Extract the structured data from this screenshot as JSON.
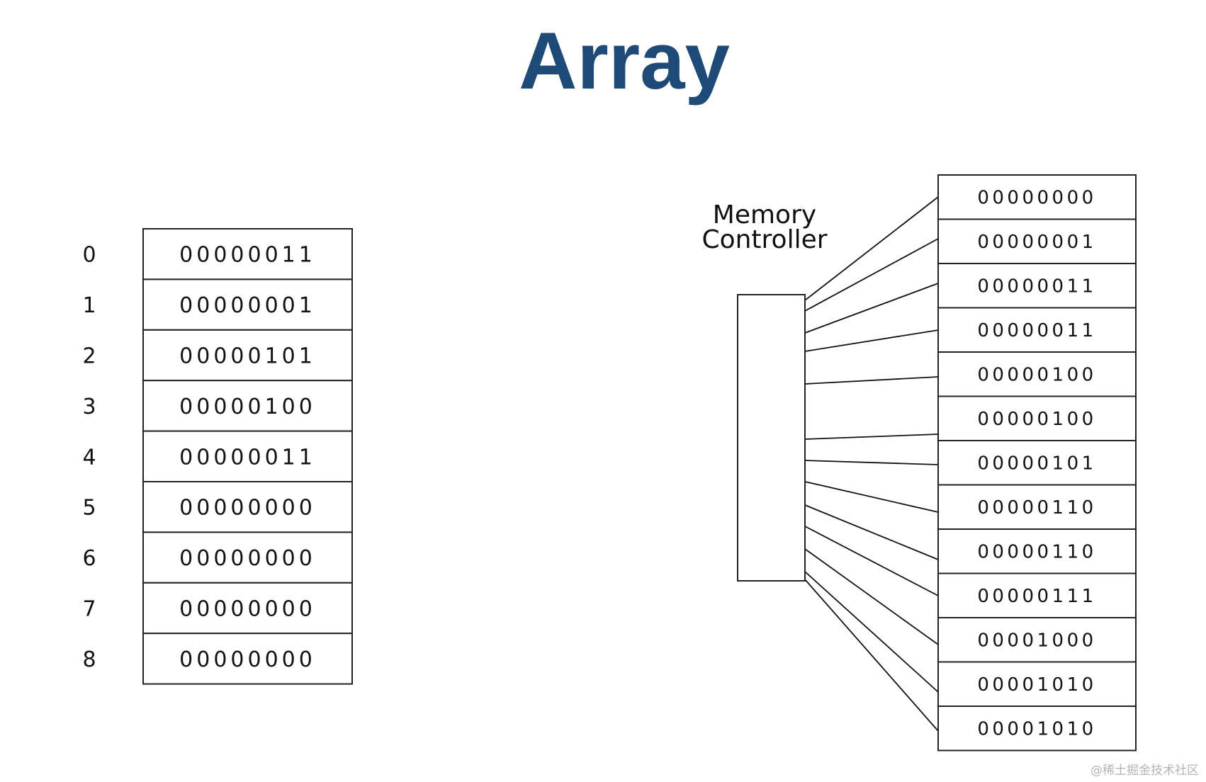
{
  "title": "Array",
  "array": {
    "indices": [
      "0",
      "1",
      "2",
      "3",
      "4",
      "5",
      "6",
      "7",
      "8"
    ],
    "values": [
      "00000011",
      "00000001",
      "00000101",
      "00000100",
      "00000011",
      "00000000",
      "00000000",
      "00000000",
      "00000000"
    ]
  },
  "memory_controller": {
    "label_line1": "Memory",
    "label_line2": "Controller"
  },
  "memory": {
    "values": [
      "00000000",
      "00000001",
      "00000011",
      "00000011",
      "00000100",
      "00000100",
      "00000101",
      "00000110",
      "00000110",
      "00000111",
      "00001000",
      "00001010",
      "00001010"
    ]
  },
  "watermark": "@稀土掘金技术社区"
}
